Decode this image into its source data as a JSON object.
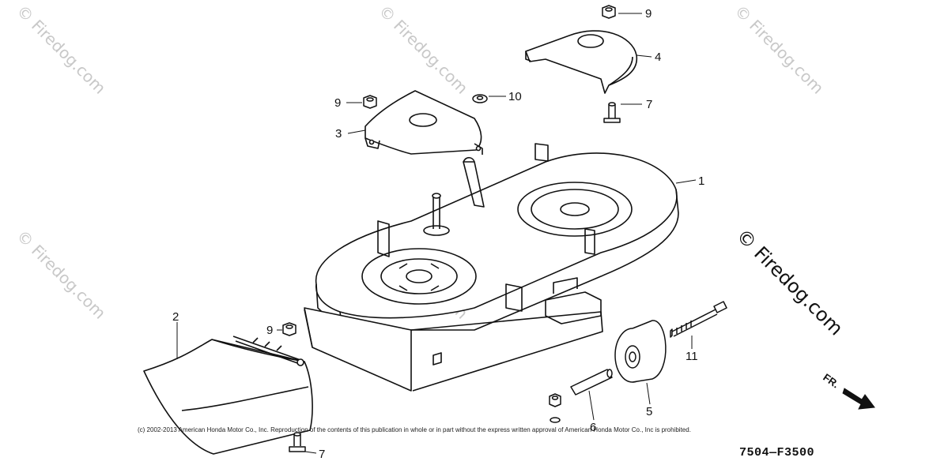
{
  "watermarks": {
    "faint": "© Firedog.com",
    "prominent": "© Firedog.com"
  },
  "callouts": {
    "c1": "1",
    "c2": "2",
    "c3": "3",
    "c4": "4",
    "c5": "5",
    "c6": "6",
    "c7a": "7",
    "c7b": "7",
    "c9a": "9",
    "c9b": "9",
    "c9c": "9",
    "c10": "10",
    "c11": "11"
  },
  "direction": {
    "label": "FR."
  },
  "copyright": "(c) 2002-2013 American Honda Motor Co., Inc. Reproduction of the contents of this publication in whole or in part without the express written approval of American Honda Motor Co., Inc is prohibited.",
  "figure_code": "7504—F3500",
  "colors": {
    "ink": "#111111",
    "watermark": "#c8c8c8"
  }
}
